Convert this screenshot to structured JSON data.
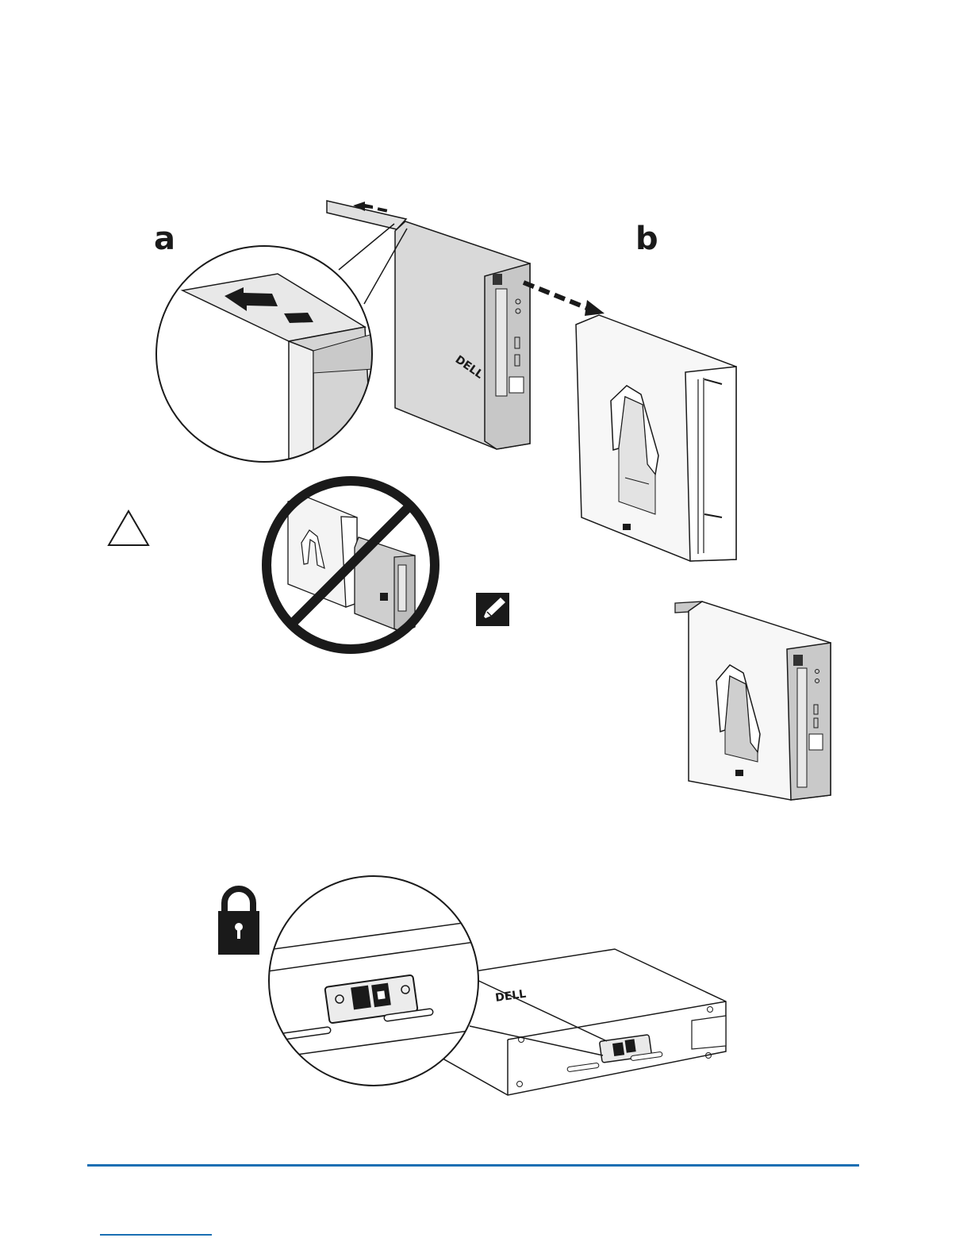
{
  "steps": {
    "a_label": "a",
    "b_label": "b"
  },
  "computer_logo": "DELL",
  "icons": {
    "caution": "caution-triangle-icon",
    "note": "note-pencil-icon",
    "lock": "padlock-icon",
    "prohibited": "prohibited-icon"
  },
  "colors": {
    "footer_rule": "#1a6fb3",
    "chassis_fill": "#d9d9d9",
    "line": "#1a1a1a"
  }
}
